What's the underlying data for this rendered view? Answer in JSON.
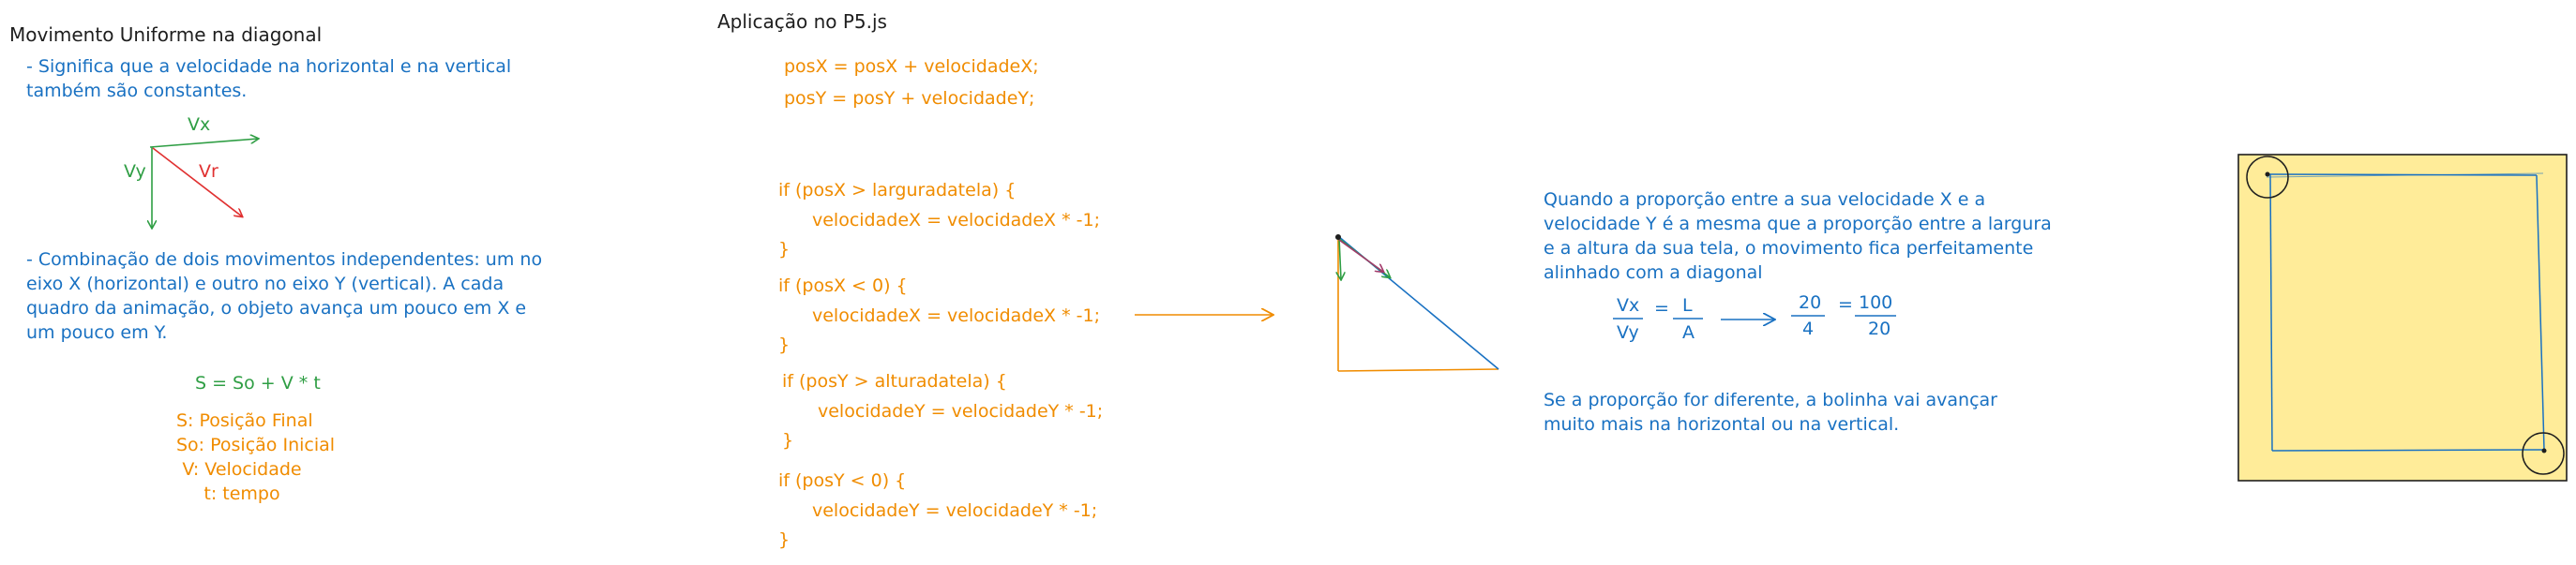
{
  "left": {
    "title": "Movimento Uniforme na diagonal",
    "bullet1": [
      "- Significa que a velocidade na horizontal e na vertical",
      "também são constantes."
    ],
    "vectors": {
      "vx": "Vx",
      "vy": "Vy",
      "vr": "Vr"
    },
    "bullet2": [
      "- Combinação de dois movimentos independentes: um no",
      "eixo X (horizontal) e outro no eixo Y (vertical). A cada",
      "quadro da animação, o objeto avança um pouco em X e",
      "um pouco em Y."
    ],
    "formula": "S = So + V * t",
    "legend": [
      "S: Posição Final",
      "So: Posição Inicial",
      "V: Velocidade",
      "t: tempo"
    ]
  },
  "middle": {
    "title": "Aplicação no P5.js",
    "code": {
      "line1": "posX = posX + velocidadeX;",
      "line2": "posY = posY + velocidadeY;",
      "if1": [
        "if (posX > larguradatela) {",
        "velocidadeX = velocidadeX * -1;",
        "}"
      ],
      "if2": [
        "if (posX < 0) {",
        "velocidadeX = velocidadeX * -1;",
        "}"
      ],
      "if3": [
        "if (posY > alturadatela) {",
        "velocidadeY = velocidadeY * -1;",
        "}"
      ],
      "if4": [
        "if (posY < 0) {",
        "velocidadeY = velocidadeY * -1;",
        "}"
      ]
    }
  },
  "right": {
    "para1": [
      "Quando a proporção entre a sua velocidade X e a",
      "velocidade Y é a mesma que a proporção entre a largura",
      "e a altura da sua tela, o movimento fica perfeitamente",
      "alinhado com a diagonal"
    ],
    "fraction": {
      "vx": "Vx",
      "vy": "Vy",
      "eq": "=",
      "l": "L",
      "a": "A",
      "n20": "20",
      "d4": "4",
      "eq2": "=",
      "n100": "100",
      "d20": "20"
    },
    "para2": [
      "Se a proporção for diferente, a bolinha vai avançar",
      "muito mais na horizontal ou na vertical."
    ]
  },
  "colors": {
    "blue": "#1971c2",
    "green": "#2f9e44",
    "orange": "#f08c00",
    "red": "#e03131",
    "yellow_fill": "#ffec99"
  }
}
